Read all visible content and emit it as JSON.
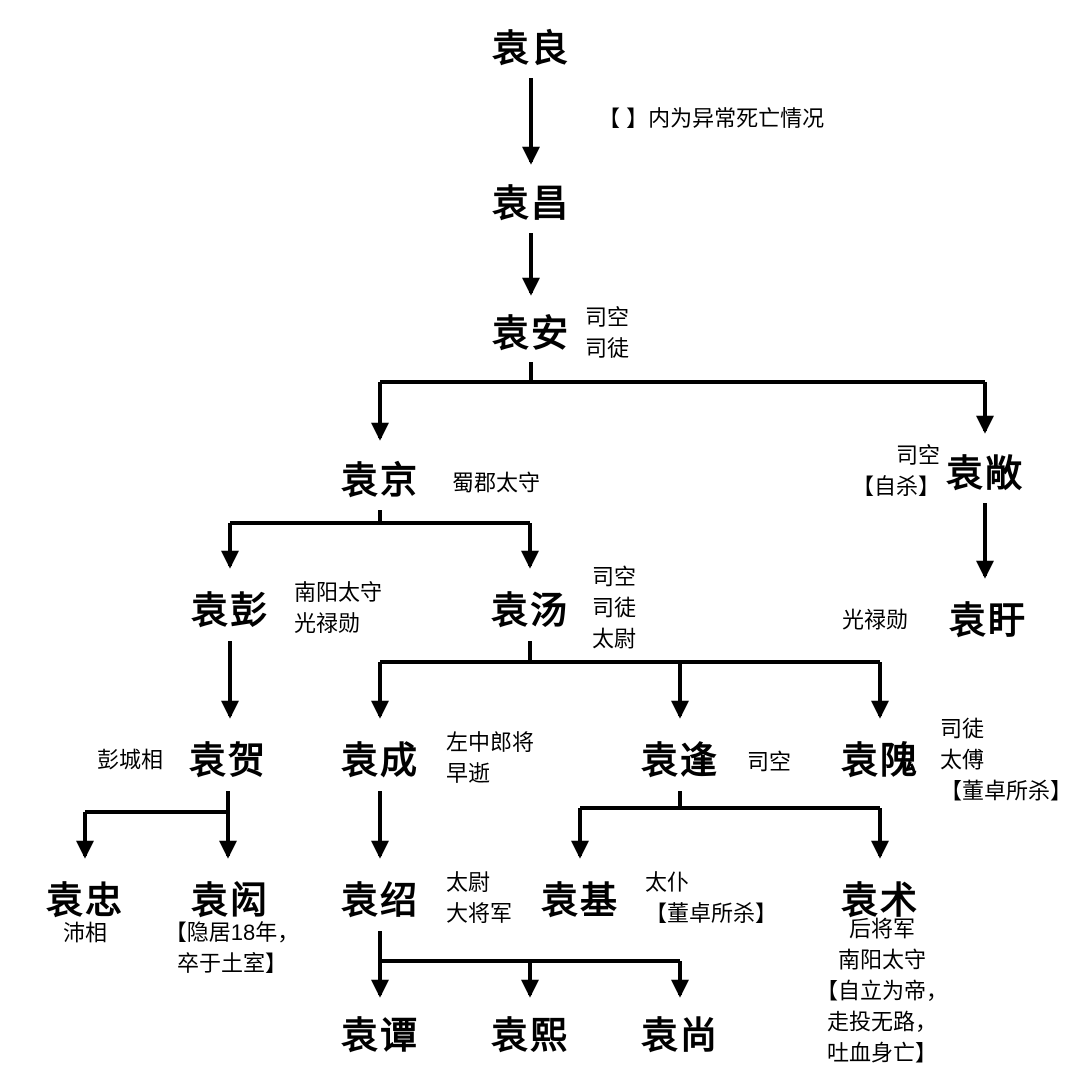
{
  "legend": "【 】内为异常死亡情况",
  "nodes": {
    "yuan_liang": {
      "name": "袁良"
    },
    "yuan_chang1": {
      "name": "袁昌"
    },
    "yuan_an": {
      "name": "袁安",
      "note": "司空\n司徒"
    },
    "yuan_jing": {
      "name": "袁京",
      "note": "蜀郡太守"
    },
    "yuan_chang2": {
      "name": "袁敞",
      "note": "司空\n【自杀】"
    },
    "yuan_xu": {
      "name": "袁盱",
      "note": "光禄勋"
    },
    "yuan_peng": {
      "name": "袁彭",
      "note": "南阳太守\n光禄勋"
    },
    "yuan_tang": {
      "name": "袁汤",
      "note": "司空\n司徒\n太尉"
    },
    "yuan_he": {
      "name": "袁贺",
      "note": "彭城相"
    },
    "yuan_cheng": {
      "name": "袁成",
      "note": "左中郎将\n早逝"
    },
    "yuan_feng": {
      "name": "袁逢",
      "note": "司空"
    },
    "yuan_wei": {
      "name": "袁隗",
      "note": "司徒\n太傅\n【董卓所杀】"
    },
    "yuan_zhong": {
      "name": "袁忠",
      "note": "沛相"
    },
    "yuan_hong": {
      "name": "袁闳",
      "note": "【隐居18年，\n卒于土室】"
    },
    "yuan_shao": {
      "name": "袁绍",
      "note": "太尉\n大将军"
    },
    "yuan_ji": {
      "name": "袁基",
      "note": "太仆\n【董卓所杀】"
    },
    "yuan_shu": {
      "name": "袁术",
      "note": "后将军\n南阳太守\n【自立为帝，\n走投无路，\n吐血身亡】"
    },
    "yuan_tan": {
      "name": "袁谭"
    },
    "yuan_xi": {
      "name": "袁熙"
    },
    "yuan_shang": {
      "name": "袁尚"
    }
  },
  "colors": {
    "line": "#000000",
    "text": "#000000",
    "background": "#ffffff"
  }
}
